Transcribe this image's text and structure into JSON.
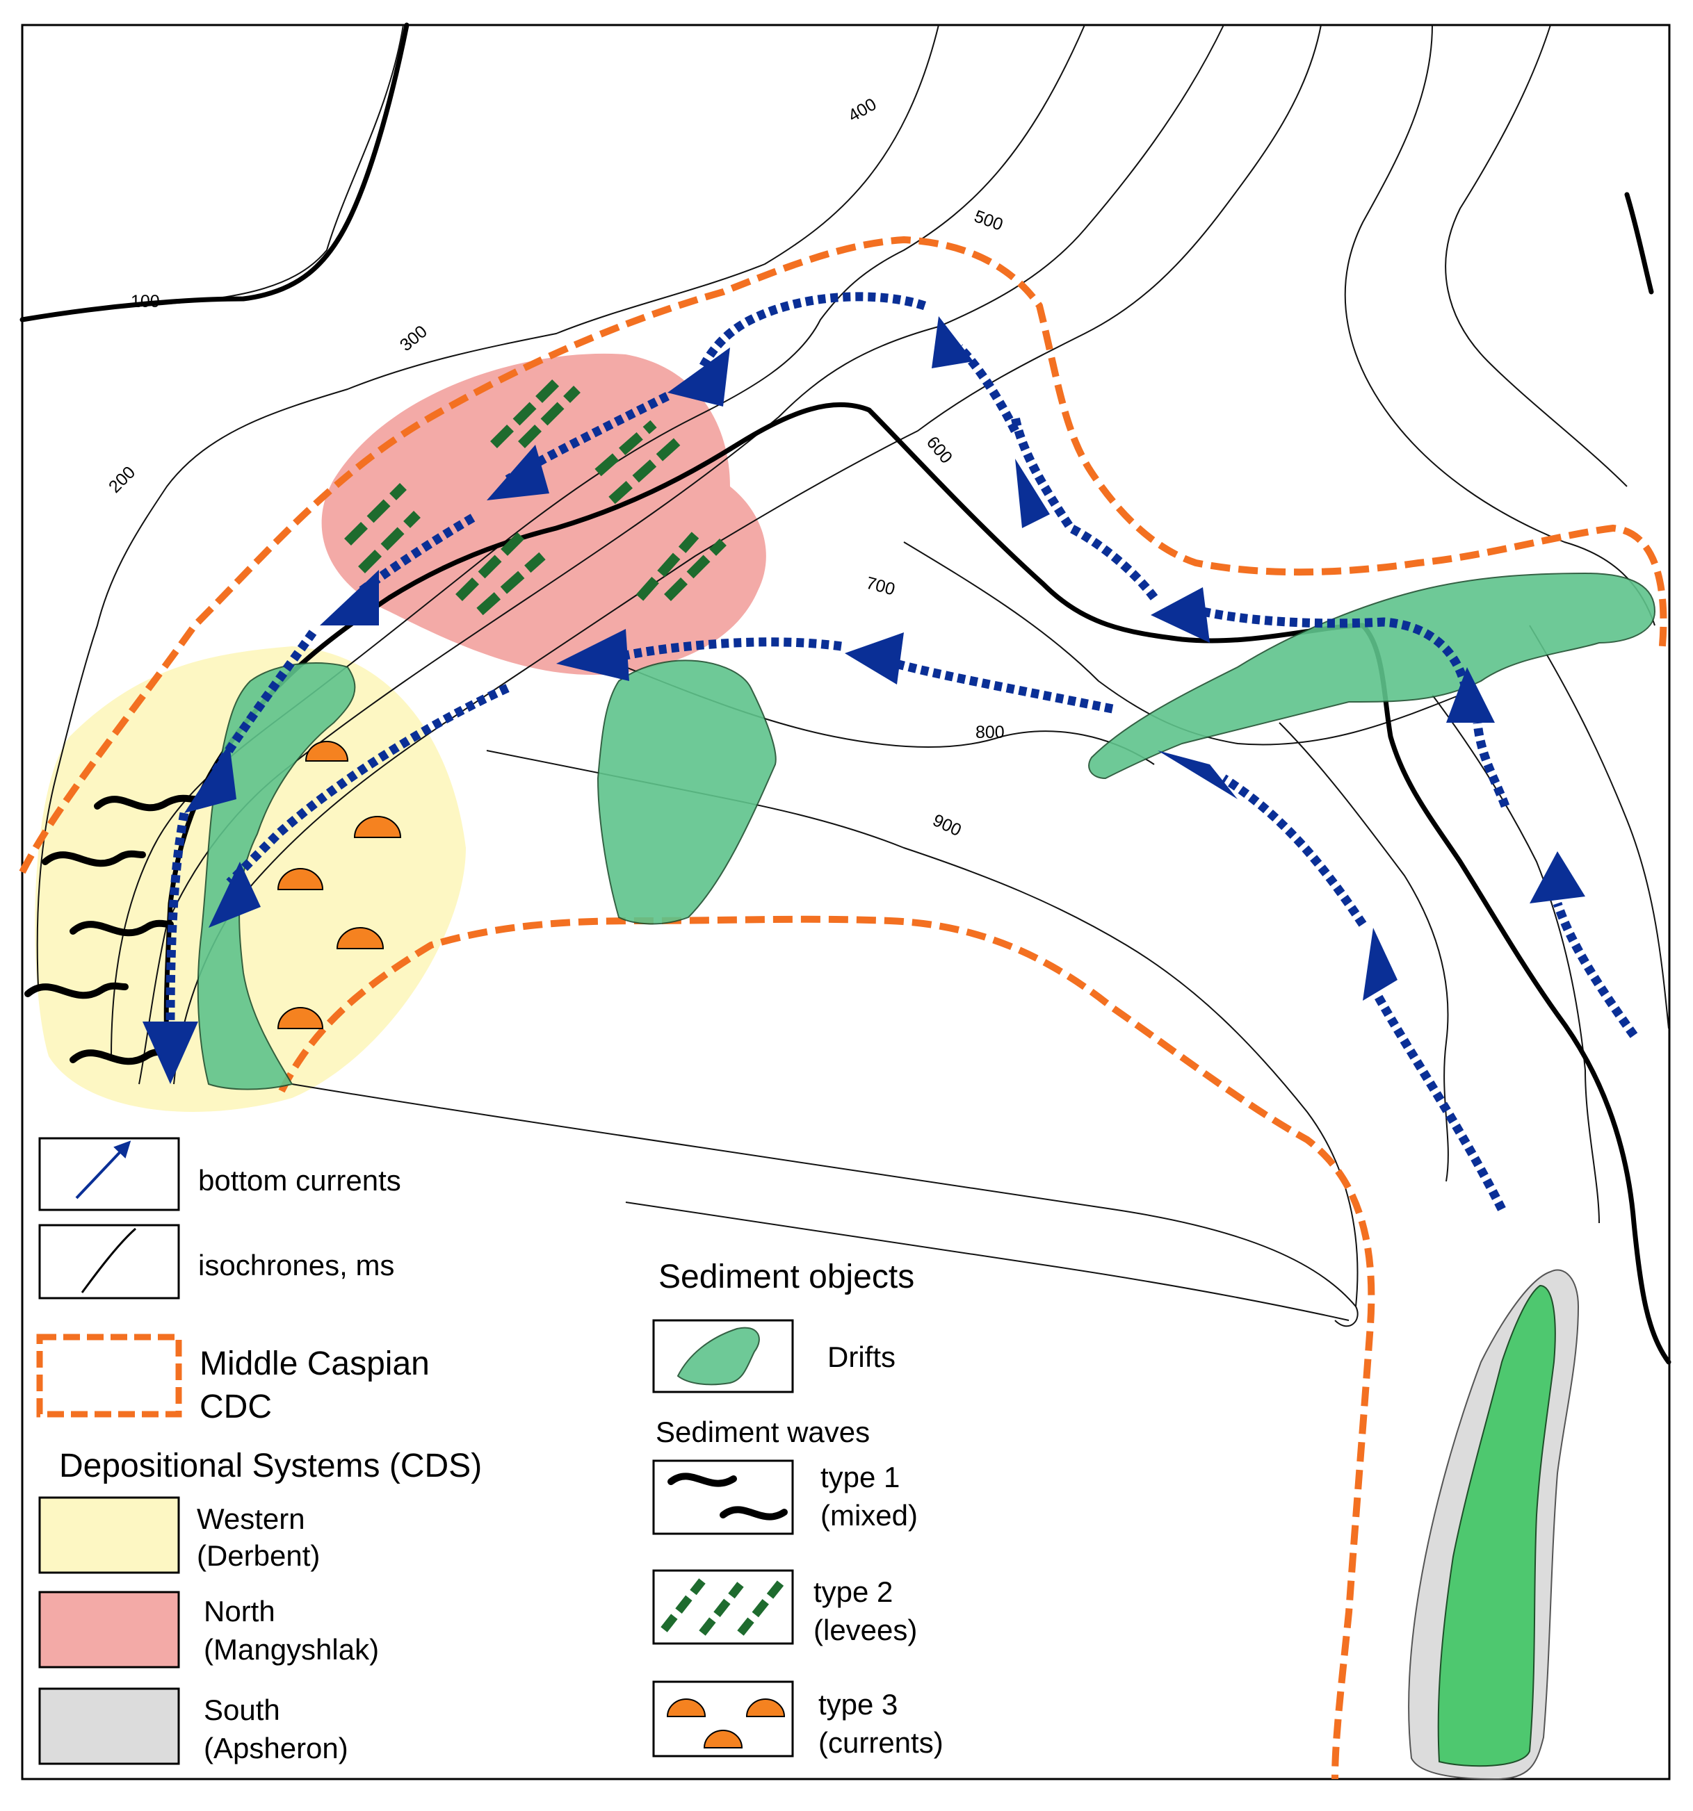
{
  "isochrone_labels": [
    "100",
    "200",
    "300",
    "400",
    "500",
    "600",
    "700",
    "800",
    "900"
  ],
  "legend": {
    "bottom_currents": "bottom currents",
    "isochrones": "isochrones, ms",
    "cdc_line1": "Middle Caspian",
    "cdc_line2": "CDC",
    "cds_title": "Depositional Systems (CDS)",
    "western_line1": "Western",
    "western_line2": "(Derbent)",
    "north_line1": "North",
    "north_line2": "(Mangyshlak)",
    "south_line1": "South",
    "south_line2": "(Apsheron)",
    "sediment_objects": "Sediment objects",
    "drifts": "Drifts",
    "sediment_waves": "Sediment waves",
    "type1_line1": "type 1",
    "type1_line2": "(mixed)",
    "type2_line1": "type 2",
    "type2_line2": "(levees)",
    "type3_line1": "type 3",
    "type3_line2": "(currents)"
  },
  "colors": {
    "western": "#fdf7c3",
    "north": "#f3aaa7",
    "south": "#dcdcdc",
    "drift": "#5fc48c",
    "cdc": "#f37021",
    "current": "#0a2f96",
    "levee": "#1e6b2e",
    "mound": "#f58220"
  }
}
